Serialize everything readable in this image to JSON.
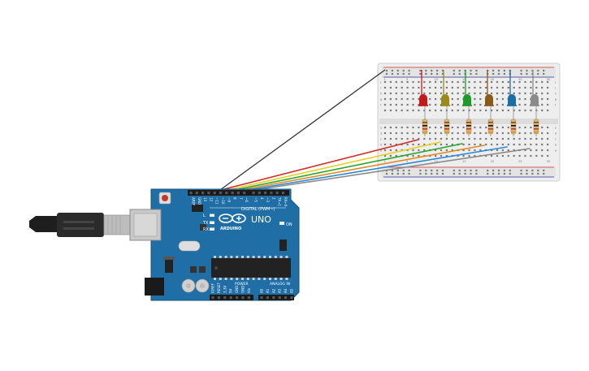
{
  "board": {
    "name": "UNO",
    "brand": "ARDUINO",
    "digital_label": "DIGITAL (PWM~)",
    "power_label": "POWER",
    "analog_label": "ANALOG IN",
    "on_label": "ON",
    "led_labels": [
      "L",
      "TX",
      "RX"
    ],
    "digital_pins": [
      "AREF",
      "GND",
      "13",
      "12",
      "~11",
      "~10",
      "~9",
      "8",
      "7",
      "~6",
      "~5",
      "4",
      "~3",
      "2",
      "TX→1",
      "RX←0"
    ],
    "power_pins": [
      "IOREF",
      "RESET",
      "3.3V",
      "5V",
      "GND",
      "GND",
      "Vin"
    ],
    "analog_pins": [
      "A0",
      "A1",
      "A2",
      "A3",
      "A4",
      "A5"
    ],
    "board_color": "#1f6ea6"
  },
  "breadboard": {
    "column_numbers": [
      "1",
      "5",
      "10",
      "15",
      "20",
      "25",
      "30"
    ],
    "row_letters_top": [
      "j",
      "i",
      "h",
      "g",
      "f"
    ],
    "row_letters_bottom": [
      "e",
      "d",
      "c",
      "b",
      "a"
    ]
  },
  "leds": [
    {
      "color": "#c21a1a",
      "wire": "#d42a2a"
    },
    {
      "color": "#9a8a1a",
      "wire": "#e6cf1d"
    },
    {
      "color": "#1f9a2a",
      "wire": "#2aa52a"
    },
    {
      "color": "#8a5a1a",
      "wire": "#e08a22"
    },
    {
      "color": "#1a6ea6",
      "wire": "#2a8ad6"
    },
    {
      "color": "#8a8a8a",
      "wire": "#8a8a8a"
    }
  ],
  "colors": {
    "ground_wire": "#333333",
    "usb": "#2a2a2a"
  }
}
